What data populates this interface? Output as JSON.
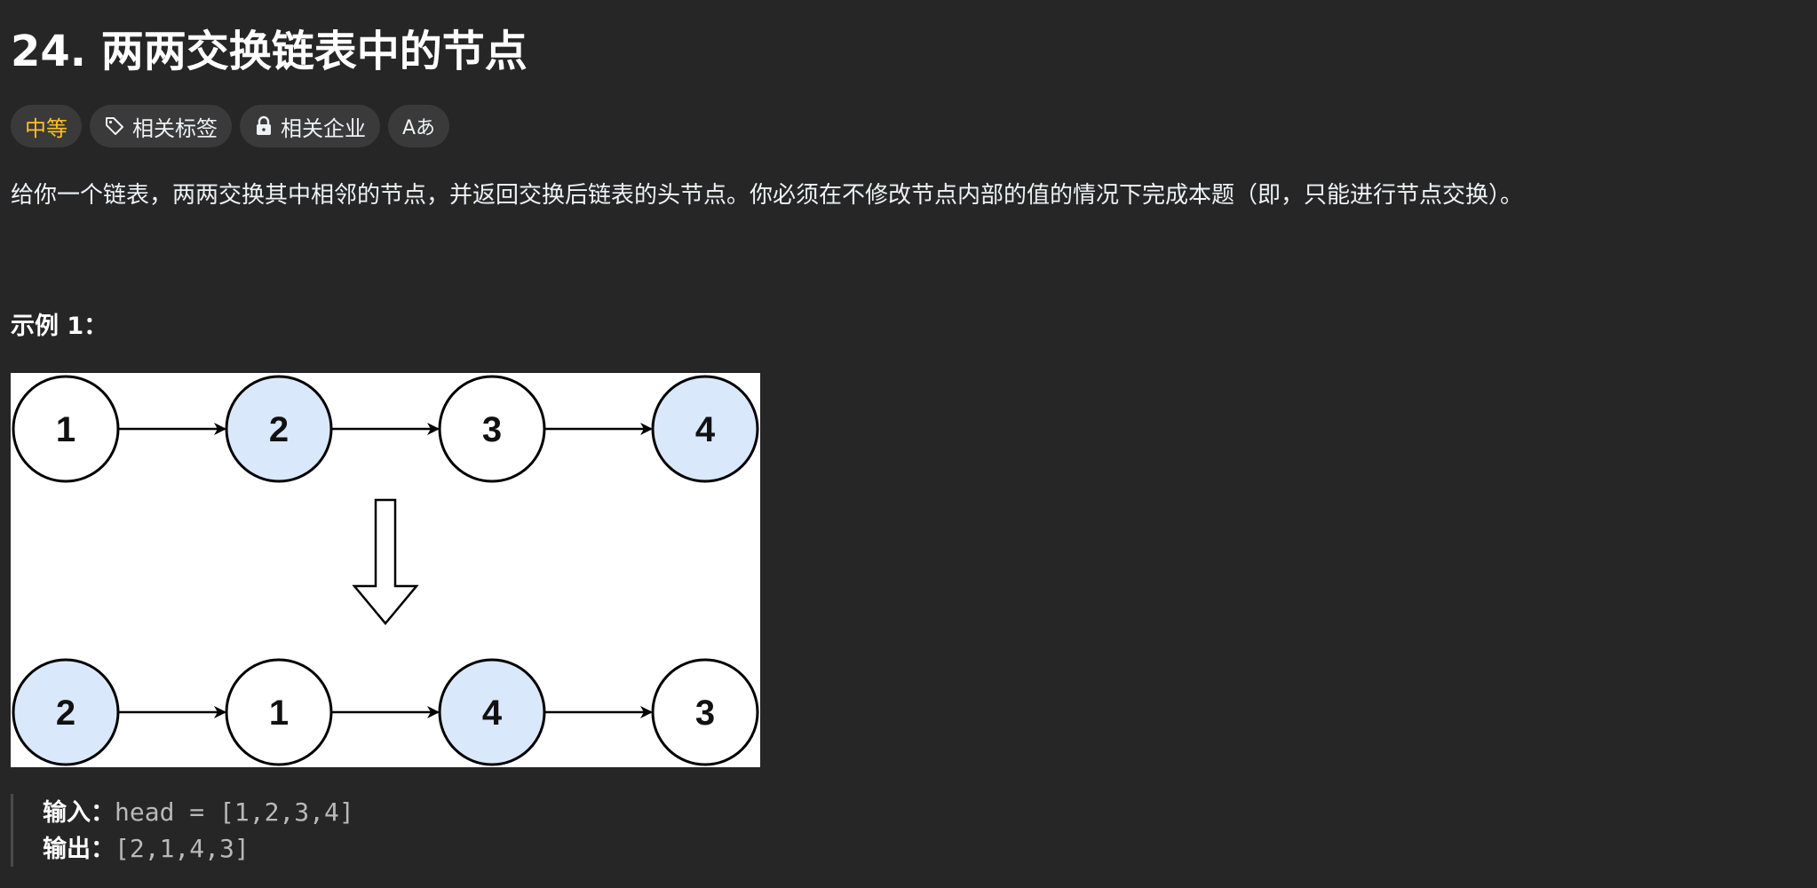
{
  "problem": {
    "title": "24. 两两交换链表中的节点",
    "description": "给你一个链表，两两交换其中相邻的节点，并返回交换后链表的头节点。你必须在不修改节点内部的值的情况下完成本题（即，只能进行节点交换）。"
  },
  "tags": {
    "difficulty": "中等",
    "related_tags": "相关标签",
    "related_companies": "相关企业",
    "translate": "Aあ"
  },
  "colors": {
    "background": "#262626",
    "difficulty_medium": "#ffc01e",
    "tag_bg": "#3a3a3a",
    "node_highlight": "#dae8fc"
  },
  "example": {
    "title": "示例 1：",
    "diagram": {
      "before": [
        "1",
        "2",
        "3",
        "4"
      ],
      "after": [
        "2",
        "1",
        "4",
        "3"
      ]
    },
    "input_label": "输入：",
    "input_value": "head = [1,2,3,4]",
    "output_label": "输出：",
    "output_value": "[2,1,4,3]"
  }
}
